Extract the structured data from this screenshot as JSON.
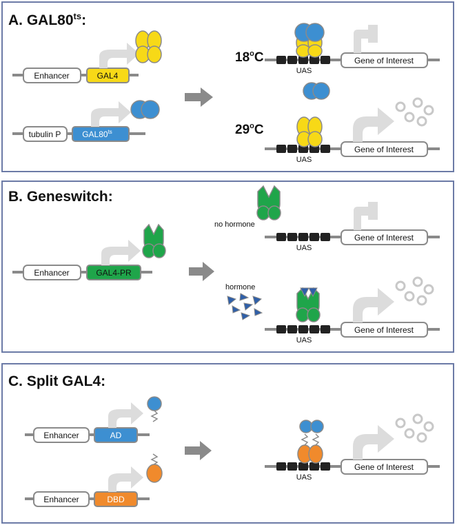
{
  "panel_a": {
    "title": "A. GAL80",
    "title_sup": "ts",
    "title_suffix": ":",
    "enhancer_label": "Enhancer",
    "gal4_label": "GAL4",
    "tubulin_label": "tubulin P",
    "gal80_label": "GAL80",
    "gal80_sup": "ts",
    "temp_low": "18",
    "temp_high": "29",
    "temp_unit_sup": "o",
    "temp_unit": "C",
    "uas_label": "UAS",
    "gene_label": "Gene of Interest"
  },
  "panel_b": {
    "title": "B. Geneswitch:",
    "enhancer_label": "Enhancer",
    "gal4pr_label": "GAL4-PR",
    "no_hormone_label": "no hormone",
    "hormone_label": "hormone",
    "uas_label": "UAS",
    "gene_label": "Gene of Interest"
  },
  "panel_c": {
    "title": "C. Split GAL4:",
    "enhancer_label": "Enhancer",
    "ad_label": "AD",
    "dbd_label": "DBD",
    "uas_label": "UAS",
    "gene_label": "Gene of Interest"
  },
  "colors": {
    "gal4_yellow": "#f7d917",
    "gal80_blue": "#3d8fd1",
    "geneswitch_green": "#1fa54a",
    "hormone_blue": "#2f5fa8",
    "dbd_orange": "#f08a2c",
    "arrow_gray": "#8a8a8a",
    "faint_gray": "#dcdcdc",
    "border": "#6b7aa6"
  }
}
